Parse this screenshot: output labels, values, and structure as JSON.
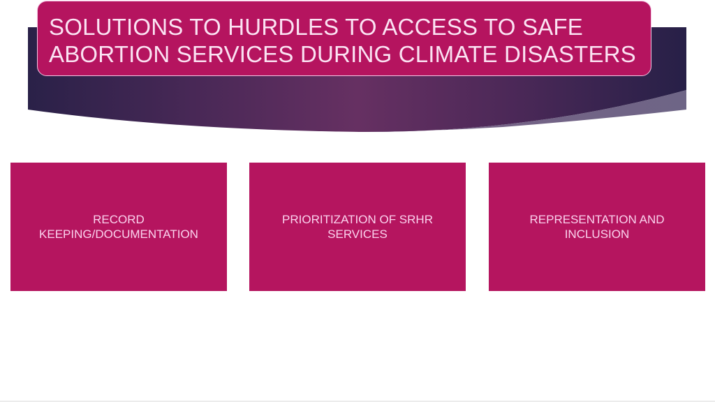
{
  "slide": {
    "title_line1": "SOLUTIONS TO HURDLES TO ACCESS TO SAFE",
    "title_line2": "ABORTION SERVICES DURING CLIMATE DISASTERS",
    "colors": {
      "accent_magenta": "#b5145f",
      "band_dark": "#2a2148",
      "band_mid": "#653062",
      "title_text": "#fbe3f3",
      "card_text": "#fbd3ee",
      "background": "#ffffff"
    },
    "cards": [
      {
        "line1": "RECORD",
        "line2": "KEEPING/DOCUMENTATION"
      },
      {
        "line1": "PRIORITIZATION OF SRHR",
        "line2": "SERVICES"
      },
      {
        "line1": "REPRESENTATION AND",
        "line2": "INCLUSION"
      }
    ]
  }
}
